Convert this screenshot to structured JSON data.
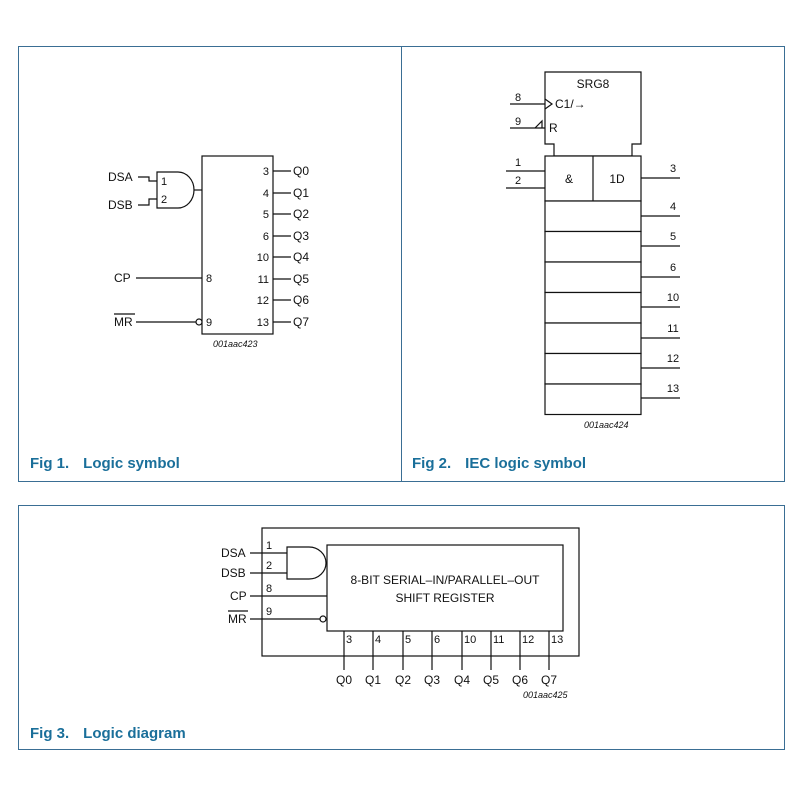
{
  "fig1": {
    "caption_number": "Fig 1.",
    "caption_title": "Logic symbol",
    "inputs": {
      "dsa": "DSA",
      "dsb": "DSB",
      "cp": "CP",
      "mr": "MR"
    },
    "gate_pins": [
      "1",
      "2"
    ],
    "cp_pin": "8",
    "mr_pin": "9",
    "output_pins": [
      "3",
      "4",
      "5",
      "6",
      "10",
      "11",
      "12",
      "13"
    ],
    "output_labels": [
      "Q0",
      "Q1",
      "Q2",
      "Q3",
      "Q4",
      "Q5",
      "Q6",
      "Q7"
    ],
    "code": "001aac423"
  },
  "fig2": {
    "caption_number": "Fig 2.",
    "caption_title": "IEC logic symbol",
    "title": "SRG8",
    "clock_pin": "8",
    "clock_label": "C1/→",
    "reset_pin": "9",
    "reset_label": "R",
    "and_pins": [
      "1",
      "2"
    ],
    "and_label": "&",
    "data_label": "1D",
    "output_pins": [
      "3",
      "4",
      "5",
      "6",
      "10",
      "11",
      "12",
      "13"
    ],
    "code": "001aac424"
  },
  "fig3": {
    "caption_number": "Fig 3.",
    "caption_title": "Logic diagram",
    "inputs": [
      "DSA",
      "DSB",
      "CP",
      "MR"
    ],
    "input_pins": [
      "1",
      "2",
      "8",
      "9"
    ],
    "box_line1": "8-BIT SERIAL–IN/PARALLEL–OUT",
    "box_line2": "SHIFT REGISTER",
    "output_pins": [
      "3",
      "4",
      "5",
      "6",
      "10",
      "11",
      "12",
      "13"
    ],
    "output_labels": [
      "Q0",
      "Q1",
      "Q2",
      "Q3",
      "Q4",
      "Q5",
      "Q6",
      "Q7"
    ],
    "code": "001aac425"
  }
}
